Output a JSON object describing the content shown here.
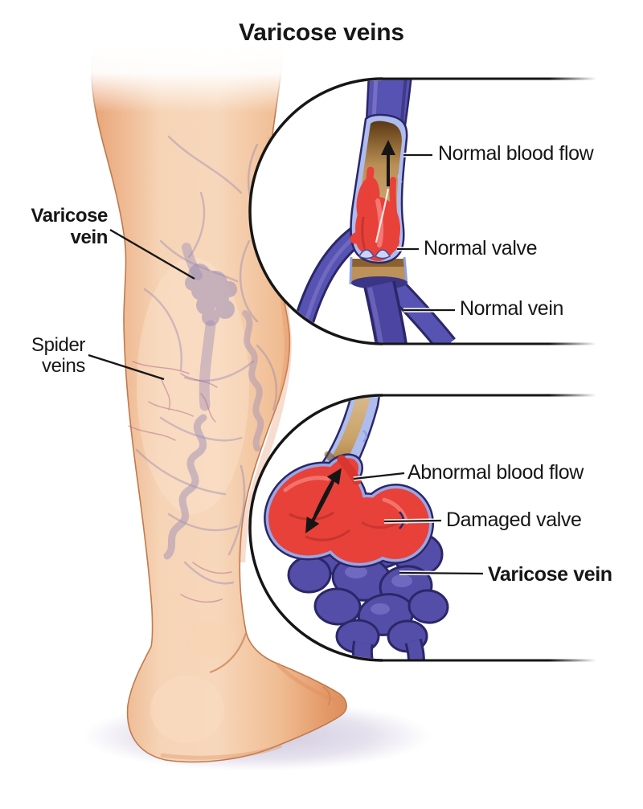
{
  "title": "Varicose veins",
  "labels": {
    "leg": [
      {
        "name": "varicose-vein",
        "line1": "Varicose",
        "line2": "vein",
        "bold": true
      },
      {
        "name": "spider-veins",
        "line1": "Spider",
        "line2": "veins",
        "bold": false
      }
    ],
    "inset_top": [
      {
        "name": "normal-blood-flow",
        "text": "Normal blood flow"
      },
      {
        "name": "normal-valve",
        "text": "Normal valve"
      },
      {
        "name": "normal-vein",
        "text": "Normal vein"
      }
    ],
    "inset_bottom": [
      {
        "name": "abnormal-blood-flow",
        "text": "Abnormal blood flow"
      },
      {
        "name": "damaged-valve",
        "text": "Damaged valve"
      },
      {
        "name": "varicose-vein",
        "text": "Varicose vein"
      }
    ]
  },
  "colors": {
    "background": "#ffffff",
    "text": "#161616",
    "skin": "#f5cfae",
    "skin_shade": "#e59760",
    "under_skin_vein": "#9d8fb5",
    "spider_vein": "#b06a8f",
    "vein_blue": "#554ea8",
    "vein_blue_dark": "#2b2768",
    "vein_lining_blue": "#aebcee",
    "blood_red": "#e8413a",
    "lumen_tan": "#c9a06a"
  }
}
